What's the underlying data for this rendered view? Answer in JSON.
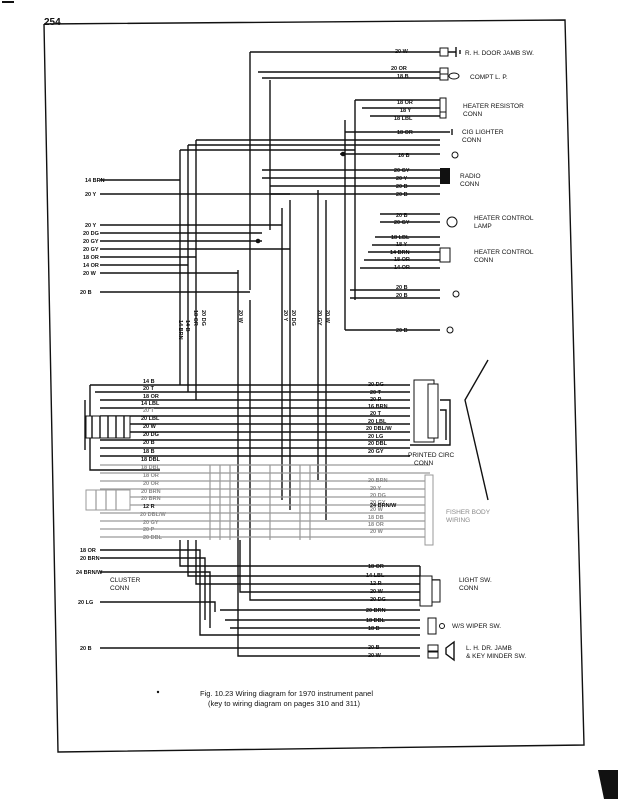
{
  "page": {
    "number": "254"
  },
  "caption": {
    "line1": "Fig. 10.23 Wiring diagram for 1970 instrument panel",
    "line2": "(key to wiring diagram on pages 310 and 311)"
  },
  "components": {
    "rh_door_jamb": "R. H. DOOR JAMB SW.",
    "compt_lp": "COMPT L. P.",
    "heater_resistor": [
      "HEATER RESISTOR",
      "CONN"
    ],
    "cig_lighter": [
      "CIG LIGHTER",
      "CONN"
    ],
    "radio": [
      "RADIO",
      "CONN"
    ],
    "heater_control_lamp": [
      "HEATER CONTROL",
      "LAMP"
    ],
    "heater_control_conn": [
      "HEATER CONTROL",
      "CONN"
    ],
    "printed_circ": [
      "PRINTED CIRC",
      "CONN"
    ],
    "fisher_body": [
      "FISHER BODY",
      "WIRING"
    ],
    "cluster": [
      "CLUSTER",
      "CONN"
    ],
    "light_sw": [
      "LIGHT SW.",
      "CONN"
    ],
    "ws_wiper": "W/S WIPER SW.",
    "lh_dr_jamb": [
      "L. H. DR. JAMB",
      "& KEY MINDER SW."
    ]
  },
  "wires": {
    "top_right": [
      "20 W",
      "20 OR",
      "18 B",
      "18 OR",
      "18 Y",
      "18 LBL",
      "18 OR",
      "16 B",
      "20 GY",
      "20 Y",
      "20 B",
      "20 B",
      "20 B",
      "20 GY",
      "18 LBL",
      "18 Y",
      "14 BRN",
      "18 OR",
      "14 OR",
      "20 B",
      "20 B",
      "20 B"
    ],
    "left": [
      "14 BRN",
      "20 Y",
      "20 Y",
      "20 DG",
      "20 GY",
      "20 GY",
      "18 OR",
      "14 OR",
      "20 W",
      "20 B"
    ],
    "vertical": [
      "14 BRN",
      "14 B",
      "18 OR",
      "20 DG",
      "20 W",
      "20 Y",
      "20 DG",
      "20 GY",
      "20 W"
    ],
    "cluster_side": [
      "14 B",
      "20 T",
      "18 OR",
      "14 LBL",
      "20 T",
      "20 LBL",
      "20 W",
      "20 DG",
      "20 B",
      "18 B",
      "18 DBL",
      "18 DBL",
      "18 OR",
      "20 OR",
      "20 BRN",
      "20 BRN",
      "12 R",
      "20 DBL/W",
      "20 GY",
      "20 P",
      "20 DBL"
    ],
    "printed_side": [
      "20 DG",
      "20 T",
      "20 P",
      "16 BRN",
      "20 T",
      "20 LBL",
      "20 DBL/W",
      "20 LG",
      "20 DBL",
      "20 GY"
    ],
    "fisher_side": [
      "20 BRN",
      "20 Y",
      "20 DG",
      "20 GY",
      "20 W",
      "24 BRN/W",
      "18 DB",
      "18 OR",
      "20 W"
    ],
    "bottom_left": [
      "18 OR",
      "20 BRN",
      "24 BRN/W",
      "20 LG",
      "20 B"
    ],
    "light_side": [
      "18 OR",
      "14 LBL",
      "12 R",
      "20 W",
      "20 DG",
      "20 BRN",
      "18 DBL",
      "18 B",
      "20 B",
      "20 W"
    ]
  }
}
